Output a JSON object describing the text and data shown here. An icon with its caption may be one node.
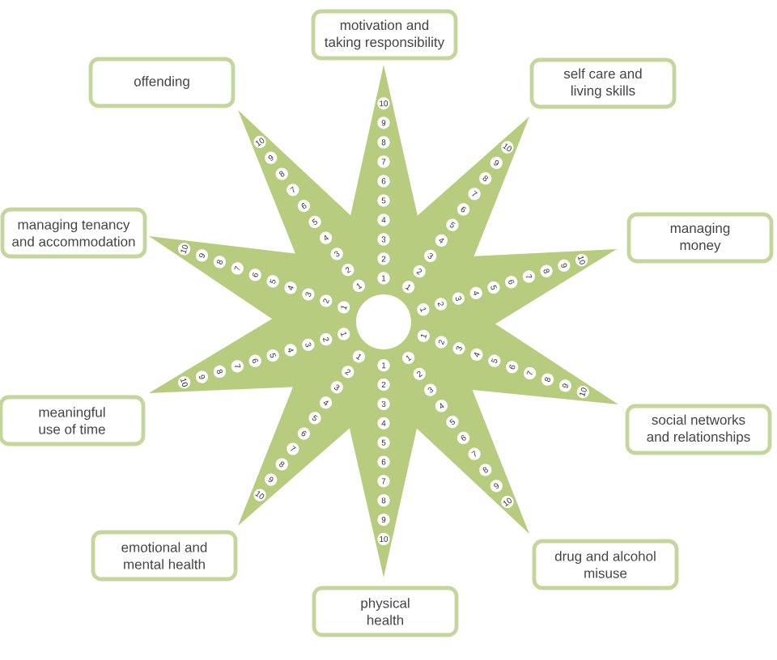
{
  "diagram": {
    "nodes": [
      {
        "text": [
          "motivation and taking responsibility"
        ]
      },
      {
        "text": [
          "offending"
        ]
      },
      {
        "text": [
          "self care and living skills"
        ]
      },
      {
        "text": [
          "managing tenancy and accommodation"
        ]
      },
      {
        "text": [
          "managing money"
        ]
      },
      {
        "text": [
          "meaningful use of time"
        ]
      },
      {
        "text": [
          "social networks and relationships"
        ]
      },
      {
        "text": [
          "emotional and mental health"
        ]
      },
      {
        "text": [
          "drug and alcohol misuse"
        ]
      },
      {
        "text": [
          "physical health"
        ]
      }
    ],
    "labels": [
      "1",
      "2",
      "3",
      "4",
      "5",
      "6",
      "7",
      "8",
      "9",
      "10",
      "1",
      "2",
      "3",
      "4",
      "5",
      "6",
      "7",
      "8",
      "9",
      "10",
      "1",
      "2",
      "3",
      "4",
      "5",
      "6",
      "7",
      "8",
      "9",
      "10",
      "1",
      "2",
      "3",
      "4",
      "5",
      "6",
      "7",
      "8",
      "9",
      "10",
      "1",
      "2",
      "3",
      "4",
      "5",
      "6",
      "7",
      "8",
      "9",
      "10",
      "1",
      "2",
      "3",
      "4",
      "5",
      "6",
      "7",
      "8",
      "9",
      "10",
      "1",
      "2",
      "3",
      "4",
      "5",
      "6",
      "7",
      "8",
      "9",
      "10",
      "1",
      "2",
      "3",
      "4",
      "5",
      "6",
      "7",
      "8",
      "9",
      "10",
      "1",
      "2",
      "3",
      "4",
      "5",
      "6",
      "7",
      "8",
      "9",
      "10",
      "1",
      "2",
      "3",
      "4",
      "5",
      "6",
      "7",
      "8",
      "9",
      "10"
    ]
  }
}
